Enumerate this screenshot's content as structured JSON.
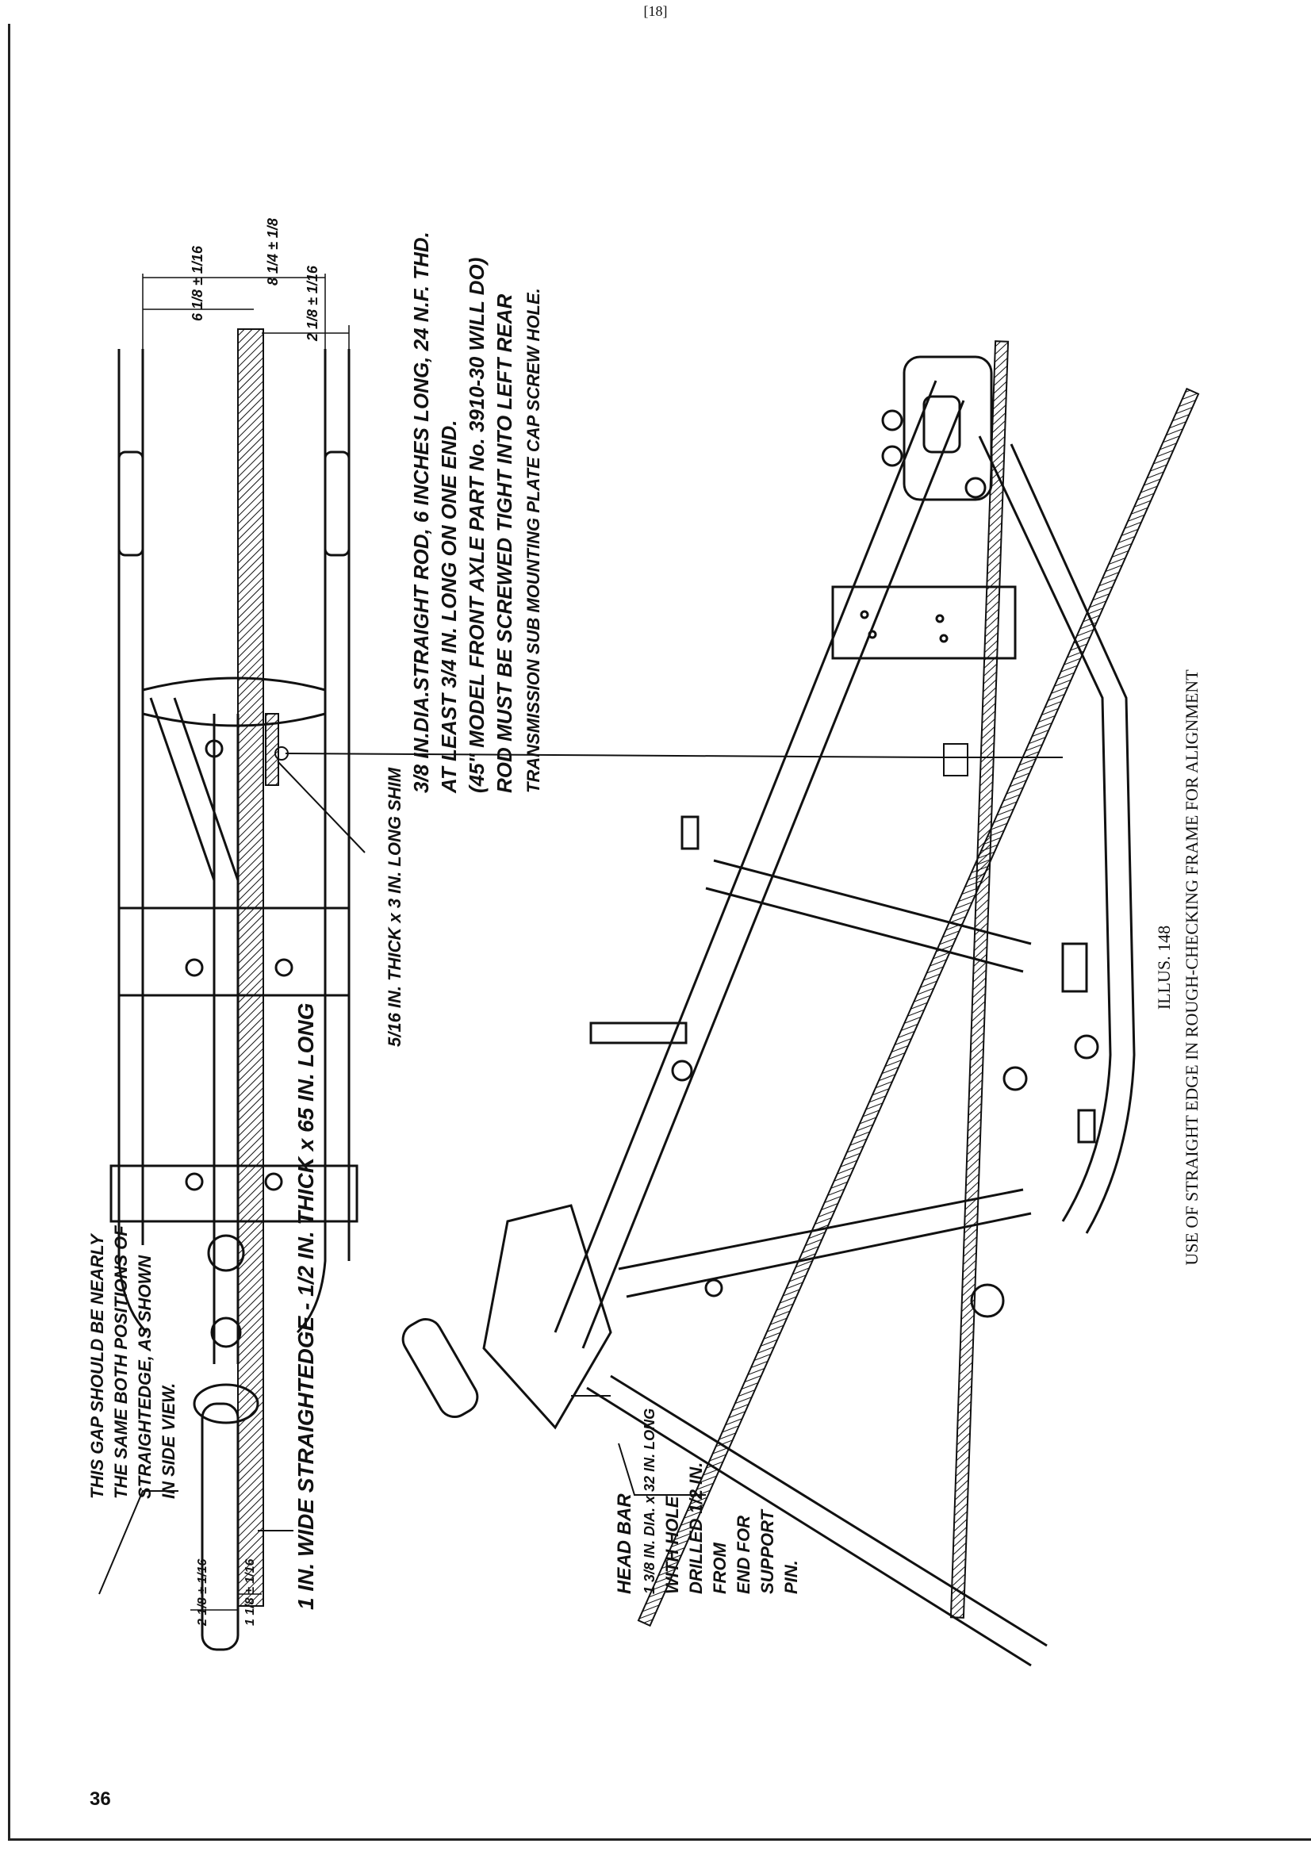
{
  "page": {
    "page_marker": "[18]",
    "page_number": "36"
  },
  "figure": {
    "caption_number": "ILLUS. 148",
    "caption_title": "USE OF STRAIGHT EDGE IN ROUGH-CHECKING FRAME FOR ALIGNMENT"
  },
  "callouts": {
    "rod_note_1": "3/8 IN.DIA.STRAIGHT ROD, 6 INCHES LONG, 24 N.F. THD.",
    "rod_note_2": "AT LEAST 3/4 IN. LONG ON ONE END.",
    "rod_note_3": "(45\" MODEL FRONT AXLE PART No. 3910-30 WILL DO)",
    "rod_note_4": "ROD MUST BE SCREWED TIGHT INTO LEFT REAR",
    "rod_note_5": "TRANSMISSION SUB MOUNTING PLATE CAP SCREW HOLE.",
    "shim": "5/16 IN. THICK x 3 IN. LONG SHIM",
    "gap_1": "THIS GAP SHOULD BE NEARLY",
    "gap_2": "THE SAME BOTH POSITIONS OF",
    "gap_3": "STRAIGHTEDGE, AS SHOWN",
    "gap_4": "IN SIDE VIEW.",
    "straightedge": "1 IN. WIDE STRAIGHTEDGE - 1/2 IN. THICK x 65 IN. LONG",
    "head_bar_1": "HEAD BAR",
    "head_bar_2": "1 3/8 IN. DIA. x 32 IN. LONG",
    "head_bar_3": "WITH HOLE",
    "head_bar_4": "DRILLED 1/2 IN.",
    "head_bar_5": "FROM",
    "head_bar_6": "END FOR",
    "head_bar_7": "SUPPORT",
    "head_bar_8": "PIN."
  },
  "dimensions": {
    "top_overall": "8 1/4 ± 1/8",
    "top_left": "6 1/8 ± 1/16",
    "top_right": "2 1/8 ± 1/16",
    "bottom_a": "2 1/8 ± 1/16",
    "bottom_b": "1 1/8 ± 1/16"
  }
}
